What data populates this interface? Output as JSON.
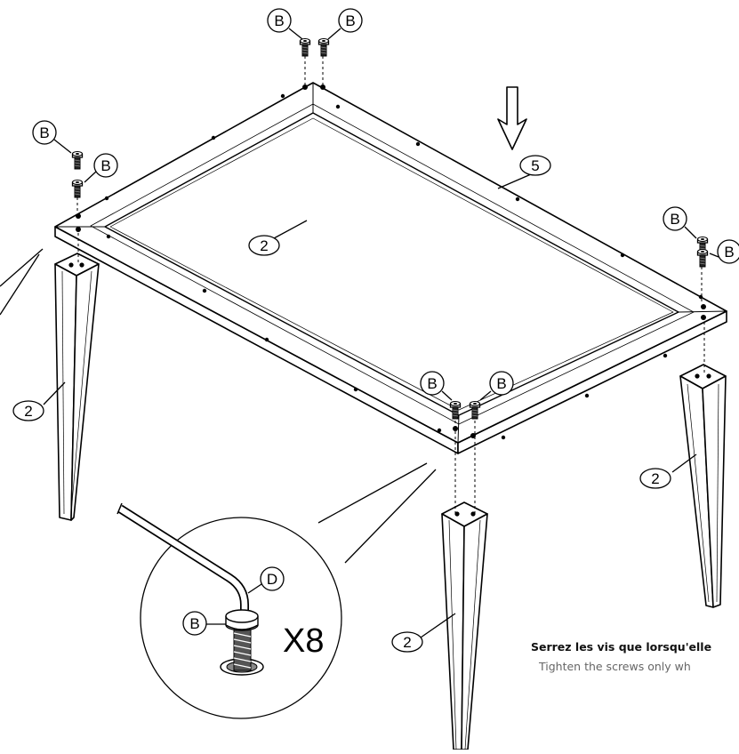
{
  "diagram": {
    "part_labels": {
      "screw": "B",
      "hex_key": "D",
      "leg": "2",
      "frame": "5"
    },
    "quantity": "X8",
    "notes": {
      "fr": "Serrez les vis que lorsqu'elle",
      "en": "Tighten the screws only wh"
    }
  }
}
